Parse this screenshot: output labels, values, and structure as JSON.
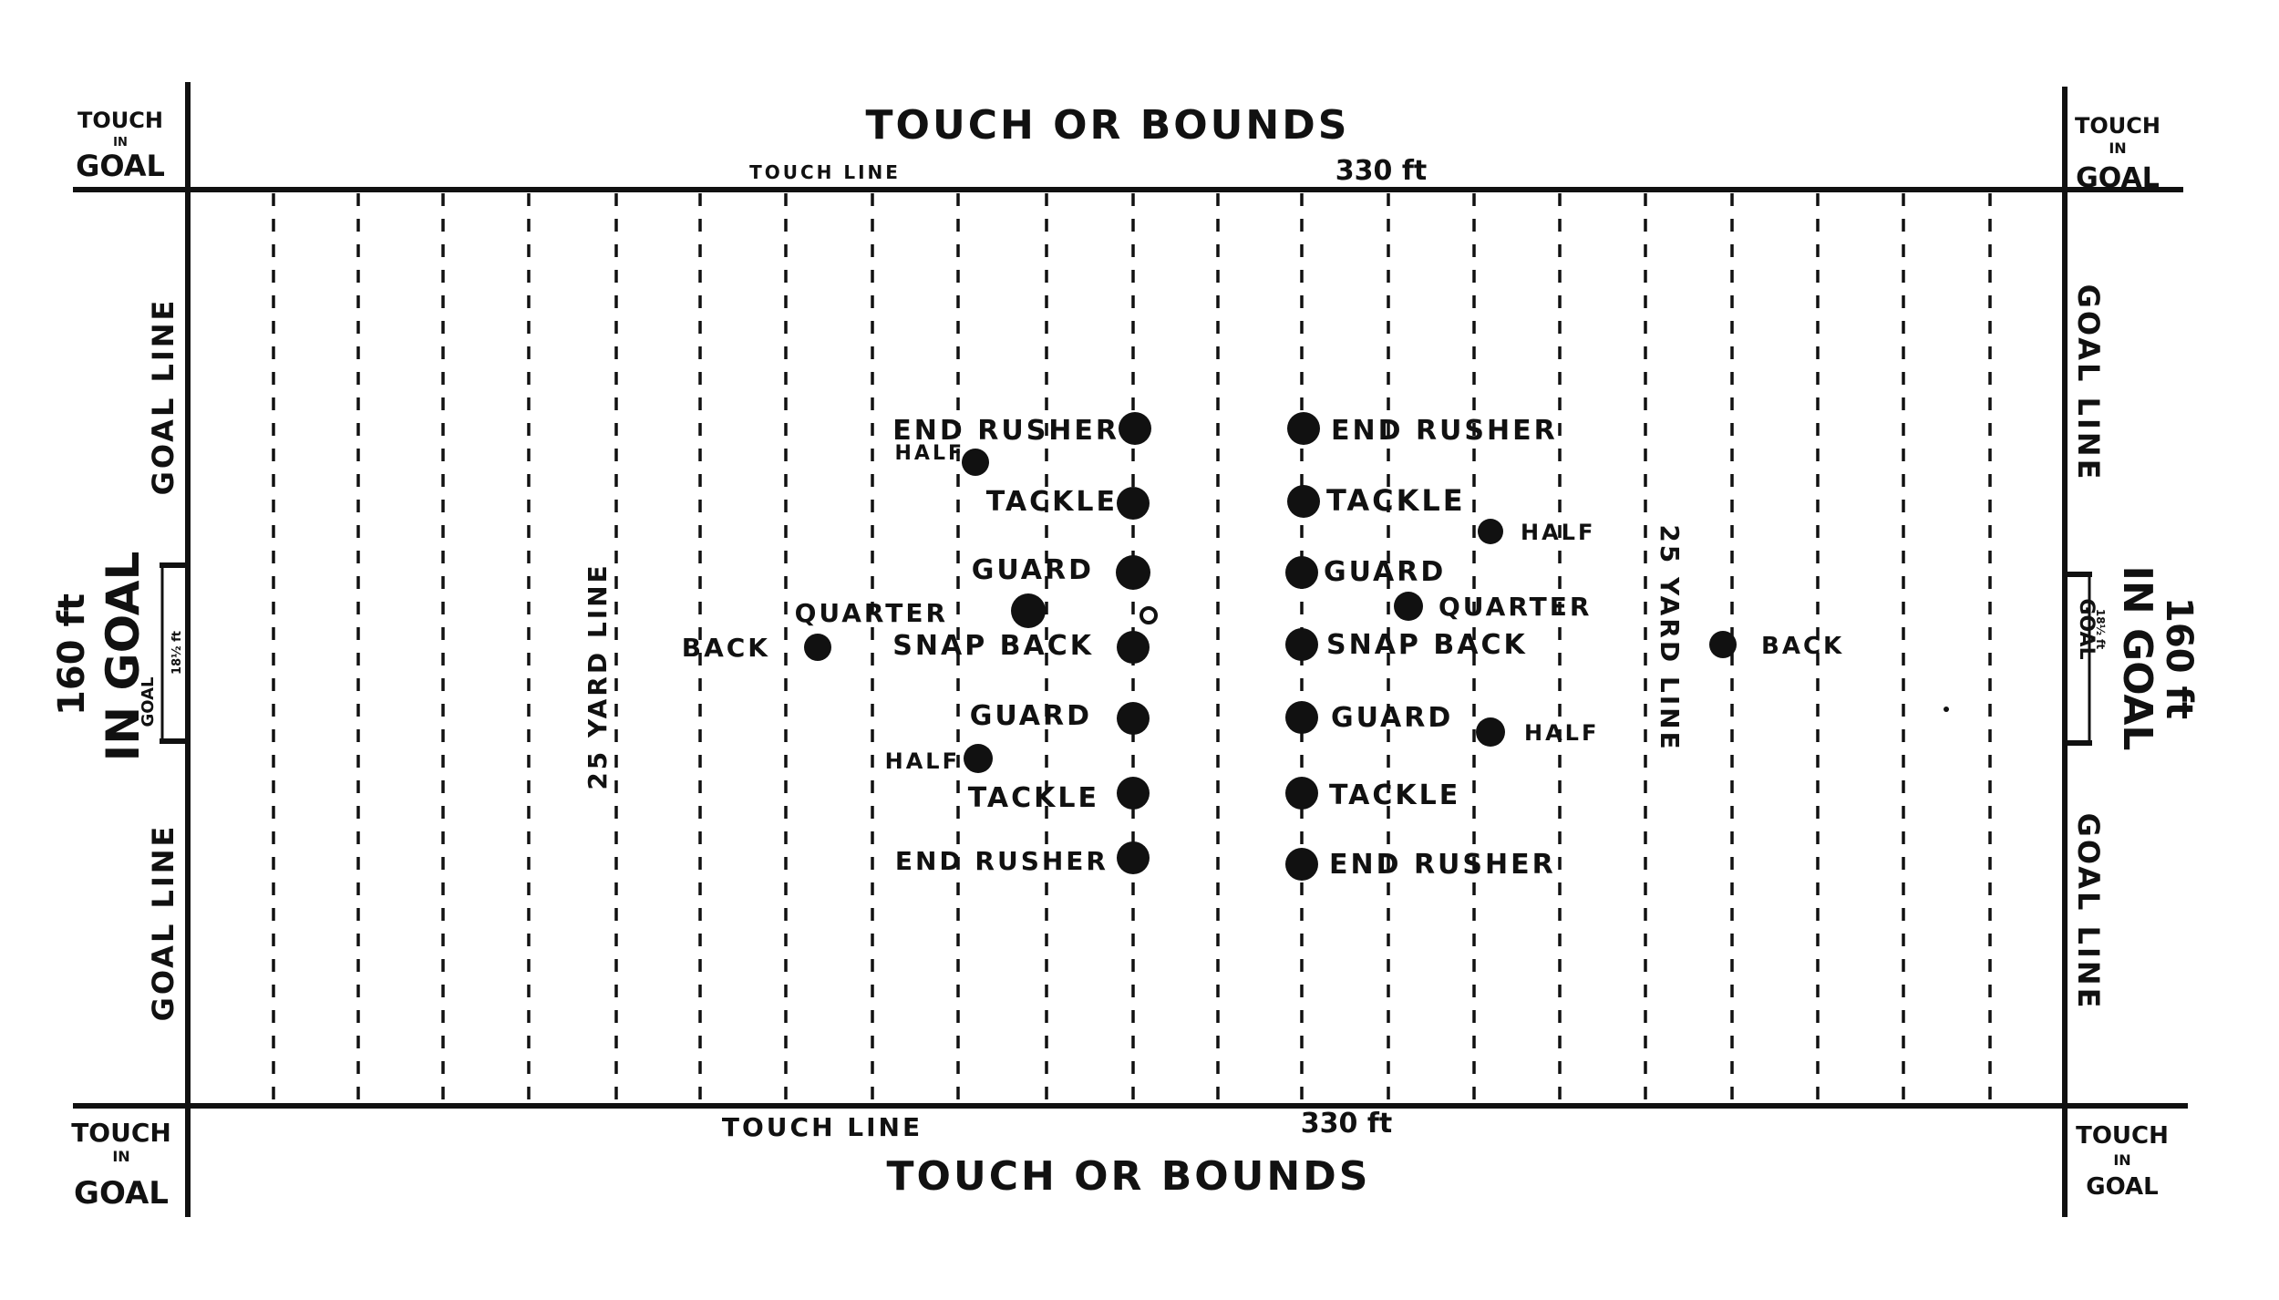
{
  "labels": {
    "bounds_top": "TOUCH OR BOUNDS",
    "bounds_bottom": "TOUCH OR BOUNDS",
    "touch_line_top": "TOUCH LINE",
    "touch_line_bottom": "TOUCH LINE",
    "length_top": "330 ft",
    "length_bottom": "330 ft",
    "touch_in_goal_tl": [
      "TOUCH",
      "IN",
      "GOAL"
    ],
    "touch_in_goal_tr": [
      "TOUCH",
      "IN",
      "GOAL"
    ],
    "touch_in_goal_bl": [
      "TOUCH",
      "IN",
      "GOAL"
    ],
    "touch_in_goal_br": [
      "TOUCH",
      "IN",
      "GOAL"
    ],
    "goal_line": "GOAL LINE",
    "in_goal": "IN GOAL",
    "in_goal_width": "160 ft",
    "goal": "GOAL",
    "goal_width": "18½ ft",
    "yard_line_left": "25 YARD LINE",
    "yard_line_right": "25 YARD LINE"
  },
  "players_left": [
    {
      "label": "END RUSHER"
    },
    {
      "label": "HALF"
    },
    {
      "label": "TACKLE"
    },
    {
      "label": "GUARD"
    },
    {
      "label": "QUARTER"
    },
    {
      "label": "BACK"
    },
    {
      "label": "SNAP BACK"
    },
    {
      "label": "GUARD"
    },
    {
      "label": "HALF"
    },
    {
      "label": "TACKLE"
    },
    {
      "label": "END RUSHER"
    }
  ],
  "players_right": [
    {
      "label": "END RUSHER"
    },
    {
      "label": "TACKLE"
    },
    {
      "label": "HALF"
    },
    {
      "label": "GUARD"
    },
    {
      "label": "QUARTER"
    },
    {
      "label": "SNAP BACK"
    },
    {
      "label": "BACK"
    },
    {
      "label": "GUARD"
    },
    {
      "label": "HALF"
    },
    {
      "label": "TACKLE"
    },
    {
      "label": "END RUSHER"
    }
  ]
}
